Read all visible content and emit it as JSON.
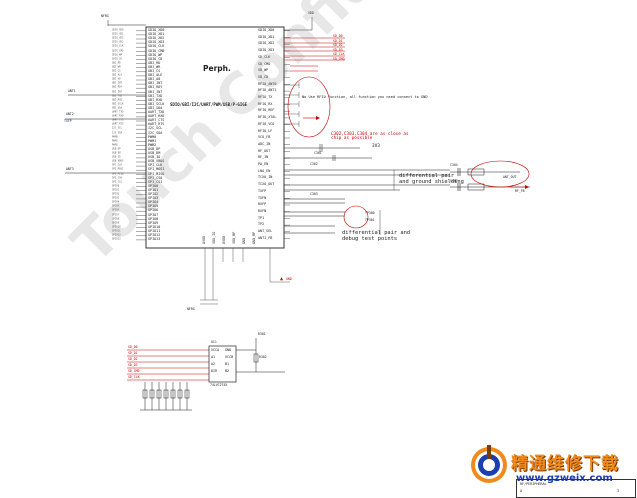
{
  "ic": {
    "title": "Perph.",
    "subtitle": "SDIO/GBI/I2C/UART/PWM/USB/P-GIGE",
    "left_pins": [
      "SDIO_XD0",
      "SDIO_XD1",
      "SDIO_XD2",
      "SDIO_XD3",
      "SDIO_CLK",
      "SDIO_CMD",
      "SDIO_WP",
      "SDIO_CD",
      "GBI_RD",
      "GBI_WR",
      "GBI_CS",
      "GBI_ALE",
      "GBI_A0",
      "GBI_INT",
      "GBI_RDY",
      "GBI_INT",
      "GBI_TXD",
      "GBI_RXD",
      "GBI_SCLK",
      "GBI_SDA",
      "UART_TXD",
      "UART_RXD",
      "UART_CTS",
      "UART_RTS",
      "I2C_SCL",
      "I2C_SDA",
      "PWM0",
      "PWM1",
      "PWM2",
      "USB_DP",
      "USB_DM",
      "USB_ID",
      "USB_VBUS",
      "SPI_CLK",
      "SPI_MOSI",
      "SPI_MISO",
      "SPI_CS0",
      "SPI_CS1",
      "GPIO0",
      "GPIO1",
      "GPIO2",
      "GPIO3",
      "GPIO4",
      "GPIO5",
      "GPIO6",
      "GPIO7",
      "GPIO8",
      "GPIO9",
      "GPIO10",
      "GPIO11",
      "GPIO12",
      "GPIO13"
    ],
    "right_pins": [
      "SDIO_XD0",
      "SDIO_XD1",
      "SDIO_XD2",
      "SDIO_XD3",
      "SD_CLK",
      "SD_CMD",
      "SD_WP",
      "SD_CD",
      "RFIO_ANT0",
      "RFIO_ANT1",
      "RFIO_TX",
      "RFIO_RX",
      "RFIO_REF",
      "RFIO_XTAL",
      "RFIO_VCO",
      "RFIO_LF",
      "VCO_FB",
      "ADC_IN",
      "RF_OUT",
      "RF_IN",
      "PA_EN",
      "LNA_EN",
      "TCXO_IN",
      "TCXO_OUT",
      "TXFP",
      "TXFN",
      "RXFP",
      "RXFN",
      "TP1",
      "TP2",
      "ANT_SEL",
      "ANTI_FB"
    ],
    "bottom_pins": [
      "AVDD",
      "VDD_IO",
      "DVDD",
      "VDD_RF",
      "GND",
      "GND_RF"
    ]
  },
  "small_ic": {
    "label": "U11",
    "part": "74LVC2T45",
    "pins": [
      "VCCA",
      "A1",
      "A2",
      "DIR",
      "GND",
      "VCCB",
      "B1",
      "B2"
    ]
  },
  "notes": {
    "rfio_note": "No Use RFIO function, all function you need connect to GND",
    "caps_note": "C302,C303,C304 are as close as chip as possible",
    "pwr_label": "3V3",
    "diff_pair_1": "differential pair",
    "diff_pair_1b": "and ground shielding",
    "diff_pair_2": "differential pair and",
    "diff_pair_2b": "debug test points"
  },
  "net_labels": {
    "top": "VDD",
    "top_left": "NFRG",
    "left_1": "ANT1",
    "left_2": "ANT2",
    "left_3": "TXFP",
    "left_4": "ANT3",
    "bottom_left": "NFRG",
    "bottom_mid": "GND",
    "cap_1": "C301",
    "cap_2": "C302",
    "cap_3": "C303",
    "cap_4": "C304",
    "cap_5": "C305",
    "res_1": "R301",
    "res_2": "R302",
    "ant_out": "ANT_OUT",
    "fb_out": "RF_FB",
    "tp_1": "TP300",
    "tp_2": "TP301",
    "right_top": [
      "SD_D0",
      "SD_D1",
      "SD_D2",
      "SD_D3",
      "SD_CLK",
      "SD_CMD"
    ],
    "bus_bottom": [
      "SD_D0",
      "SD_D1",
      "SD_D2",
      "SD_D3",
      "SD_CMD",
      "SD_CLK"
    ]
  },
  "watermark": "Touch Confidential",
  "brand": {
    "chinese": "精通维修下载",
    "url": "www.gzweix.com"
  },
  "title_block": {
    "title": "RF/PERIPHERAL",
    "rev": "A",
    "sheet": "3"
  },
  "colors": {
    "wire": "#1a1a1a",
    "red_net": "#c40000",
    "blue_net": "#1e2a8a",
    "brand_orange": "#f08a1c",
    "brand_blue": "#1a3fb0"
  }
}
